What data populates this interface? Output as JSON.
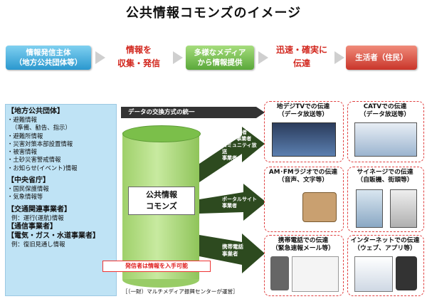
{
  "title": "公共情報コモンズのイメージ",
  "flow": {
    "box1": [
      "情報発信主体",
      "（地方公共団体等）"
    ],
    "text1": [
      "情報を",
      "収集・発信"
    ],
    "box2": [
      "多様なメディア",
      "から情報提供"
    ],
    "text2": [
      "迅速・確実に",
      "伝達"
    ],
    "box3": "生活者（住民）"
  },
  "left_panel": {
    "group1": {
      "heading": "【地方公共団体】",
      "items": [
        "・避難情報",
        "（準備、勧告、指示）",
        "・避難所情報",
        "・災害対策本部設置情報",
        "・被害情報",
        "・土砂災害警戒情報",
        "・お知らせ(イベント)情報"
      ]
    },
    "group2": {
      "heading": "【中央省庁】",
      "items": [
        "・国民保護情報",
        "・気象情報等"
      ]
    },
    "group3": {
      "heading": "【交通関連事業者】",
      "items": [
        "例：運行(運航)情報"
      ]
    },
    "group4": {
      "heading": "【通信事業者】"
    },
    "group5": {
      "heading": "【電気・ガス・水道事業者】",
      "items": [
        "例：復旧見通し情報"
      ]
    }
  },
  "center": {
    "banner": "データの交換方式の統一",
    "commons_label": [
      "公共情報",
      "コモンズ"
    ],
    "arrow1": [
      "放送事業者",
      "CATV事業者",
      "コミュニティ放送",
      "事業者"
    ],
    "arrow2": [
      "ポータルサイト",
      "事業者"
    ],
    "arrow3": [
      "携帯電話",
      "事業者"
    ],
    "red_note": "発信者は情報を入手可能",
    "footer": "［（一財）マルチメディア振興センターが運営］"
  },
  "media": {
    "m1": [
      "地デジTVでの伝達",
      "（データ放送等）"
    ],
    "m2": [
      "CATVでの伝達",
      "（データ放送等）"
    ],
    "m3": [
      "AM･FMラジオでの伝達",
      "（音声、文字等）"
    ],
    "m4": [
      "サイネージでの伝達",
      "（自販機、街頭等）"
    ],
    "m5": [
      "携帯電話での伝達",
      "（緊急速報メール等）"
    ],
    "m6": [
      "インターネットでの伝達",
      "（ウェブ、アプリ等）"
    ]
  },
  "colors": {
    "accent_red": "#d2271e",
    "panel_blue": "#bfe3f5",
    "cylinder_green": "#9fd06a",
    "dark_arrow": "#2d4a1f"
  }
}
